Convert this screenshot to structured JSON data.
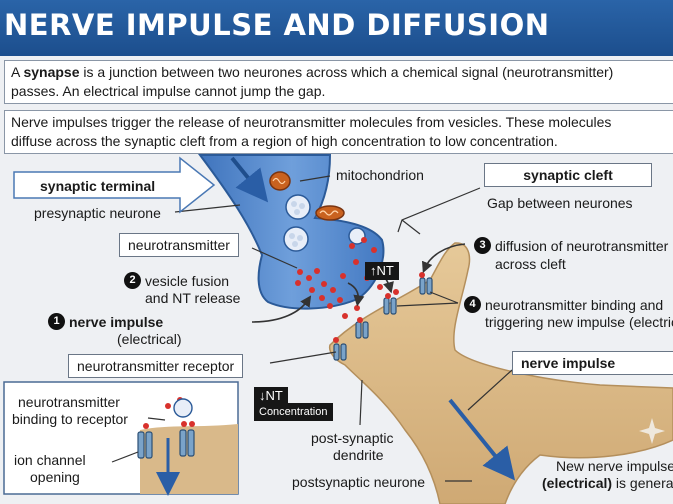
{
  "title": "NERVE IMPULSE AND DIFFUSION",
  "intro": {
    "line1_prefix": "A ",
    "line1_bold": "synapse",
    "line1_rest": " is a junction between two neurones across which a chemical signal (neurotransmitter)",
    "line2": "passes. An electrical impulse cannot jump the gap."
  },
  "explanation": {
    "line1": "Nerve impulses trigger the release of neurotransmitter molecules from vesicles. These molecules",
    "line2": "diffuse across the synaptic cleft from a region of high concentration to low concentration."
  },
  "labels": {
    "synaptic_terminal": "synaptic terminal",
    "presynaptic_neurone": "presynaptic neurone",
    "mitochondrion": "mitochondrion",
    "synaptic_cleft": "synaptic cleft",
    "gap_between_neurones": "Gap between neurones",
    "neurotransmitter": "neurotransmitter",
    "step2_num": "2",
    "step2_line1": "vesicle fusion",
    "step2_line2": "and NT release",
    "step1_num": "1",
    "step1_bold": "nerve impulse",
    "step1_line2": "(electrical)",
    "step3_num": "3",
    "step3_line1": "diffusion of neurotransmitter",
    "step3_line2": "across cleft",
    "step4_num": "4",
    "step4_line1": "neurotransmitter binding and",
    "step4_line2": "triggering new impulse (electrical)",
    "high_nt": "↑NT",
    "low_nt": "↓NT",
    "low_nt_sub": "Concentration",
    "nt_receptor": "neurotransmitter receptor",
    "nerve_impulse_box": "nerve impulse",
    "post_dendrite_line1": "post-synaptic",
    "post_dendrite_line2": "dendrite",
    "postsynaptic_neurone": "postsynaptic neurone",
    "new_impulse_line1": "New nerve impulse",
    "new_impulse_bold": "(electrical)",
    "new_impulse_rest": " is generated",
    "inset_binding_line1": "neurotransmitter",
    "inset_binding_line2": "binding to receptor",
    "inset_channel_line1": "ion channel",
    "inset_channel_line2": "opening"
  },
  "colors": {
    "title_bar": "#1f559a",
    "presynaptic": "#5b8fd1",
    "postsynaptic": "#d9b98a",
    "neurotransmitter": "#d8312c",
    "arrow": "#2a5ea6"
  }
}
